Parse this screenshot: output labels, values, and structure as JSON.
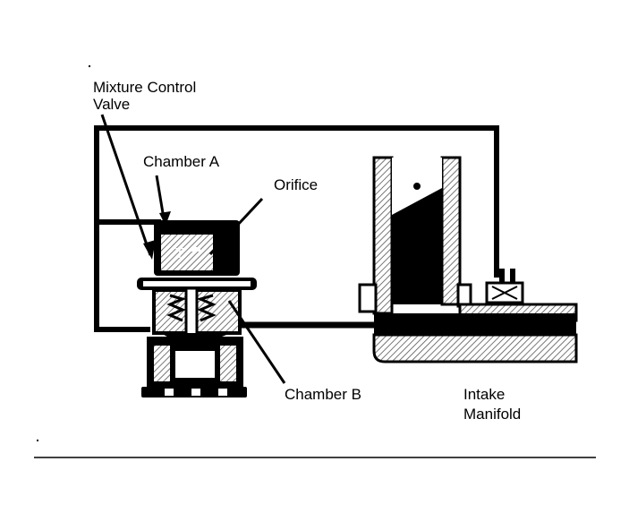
{
  "labels": {
    "mixture_control_valve_line1": "Mixture Control",
    "mixture_control_valve_line2": "Valve",
    "chamber_a": "Chamber A",
    "orifice": "Orifice",
    "chamber_b": "Chamber B",
    "intake_manifold_line1": "Intake",
    "intake_manifold_line2": "Manifold"
  },
  "colors": {
    "ink": "#000000",
    "paper": "#ffffff",
    "hatch": "#555555"
  }
}
